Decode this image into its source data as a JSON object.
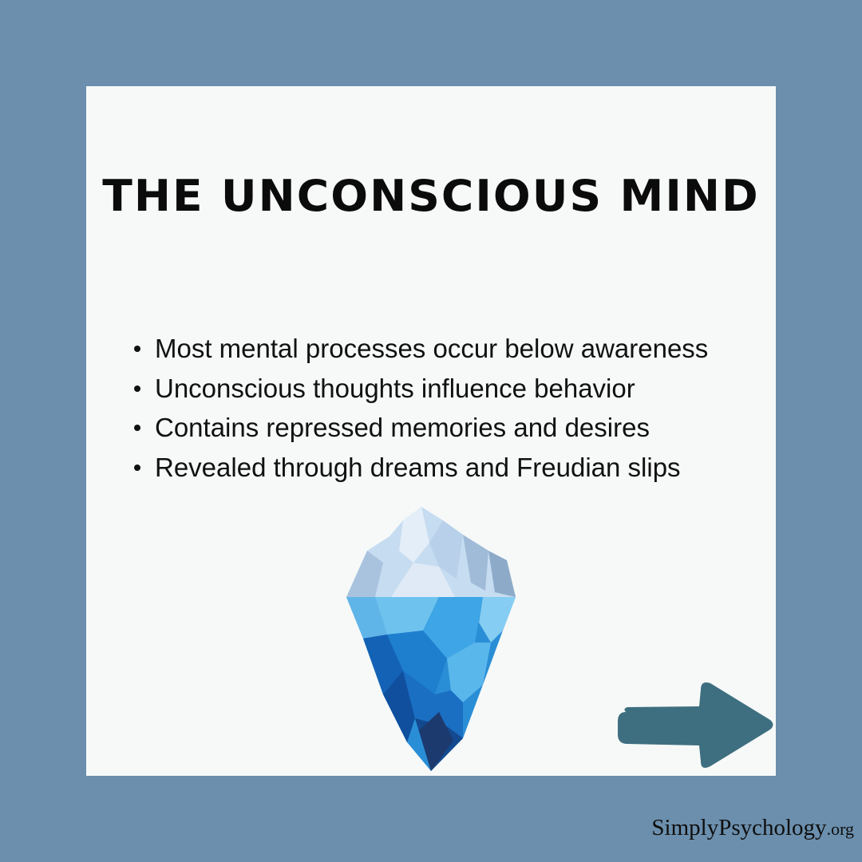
{
  "title": "THE UNCONSCIOUS MIND",
  "bullets": [
    "Most mental processes occur below awareness",
    "Unconscious thoughts influence behavior",
    "Contains repressed memories and desires",
    "Revealed through dreams and Freudian slips"
  ],
  "credit": {
    "name": "SimplyPsychology",
    "tld": ".org"
  },
  "illustration": "iceberg-icon",
  "navigation": "arrow-right-icon",
  "colors": {
    "background": "#6b8fad",
    "card": "#f6f9f8",
    "text": "#0b0b0b",
    "arrow": "#3e6f80",
    "iceberg_top": "#c5dbef",
    "iceberg_bottom": "#1b7fd0"
  }
}
